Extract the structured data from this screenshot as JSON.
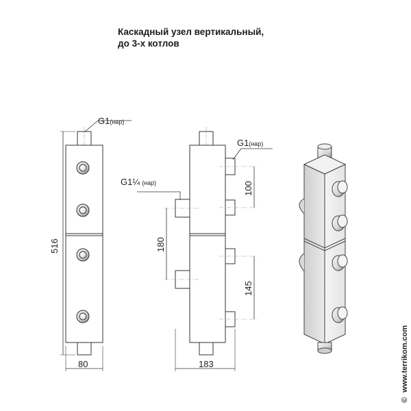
{
  "title": {
    "line1": "Каскадный узел вертикальный,",
    "line2": "до 3-х котлов"
  },
  "labels": {
    "g1_main": "G1",
    "g1_main_suffix": "(нар)",
    "g1_side": "G1",
    "g1_side_suffix": "(нар)",
    "g114": "G1¼",
    "g114_suffix": "(нар)"
  },
  "dimensions": {
    "height": "516",
    "width_front": "80",
    "width_side": "183",
    "spacing_top": "100",
    "spacing_inlet": "180",
    "spacing_bottom": "145"
  },
  "watermark": {
    "symbol": "©",
    "text": "www.terrikom.com"
  }
}
